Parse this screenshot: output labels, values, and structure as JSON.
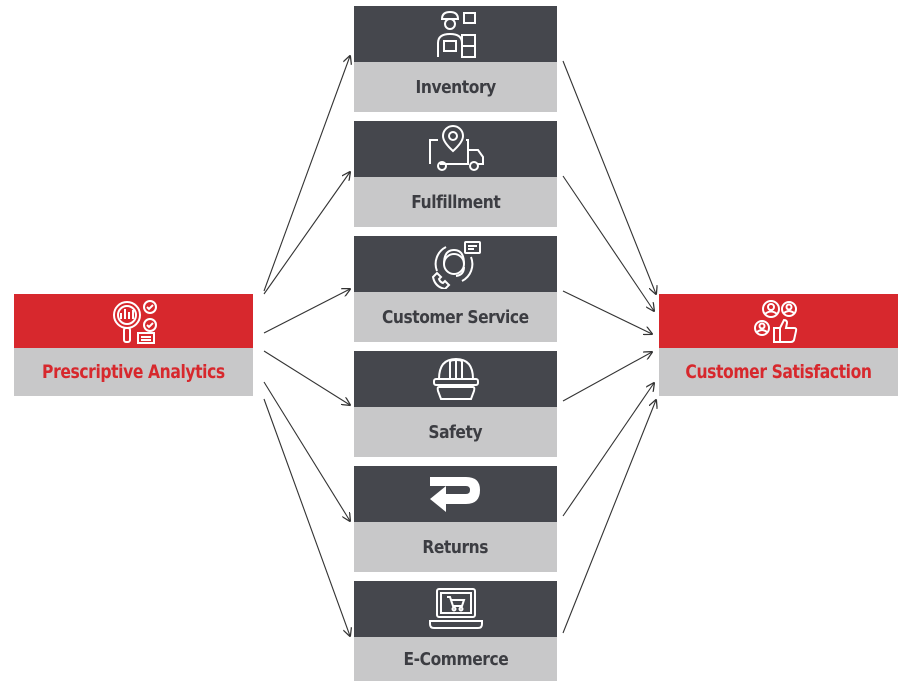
{
  "source": {
    "label": "Prescriptive Analytics",
    "icon": "analytics-magnifier-icon"
  },
  "target": {
    "label": "Customer Satisfaction",
    "icon": "customer-thumbs-up-icon"
  },
  "areas": [
    {
      "label": "Inventory",
      "icon": "worker-boxes-icon"
    },
    {
      "label": "Fulfillment",
      "icon": "delivery-truck-icon"
    },
    {
      "label": "Customer Service",
      "icon": "support-headset-icon"
    },
    {
      "label": "Safety",
      "icon": "hard-hat-icon"
    },
    {
      "label": "Returns",
      "icon": "return-arrow-icon"
    },
    {
      "label": "E-Commerce",
      "icon": "laptop-cart-icon"
    }
  ],
  "colors": {
    "accent": "#d7282d",
    "dark": "#45474d",
    "light": "#c8c8c9",
    "arrow": "#333333"
  }
}
